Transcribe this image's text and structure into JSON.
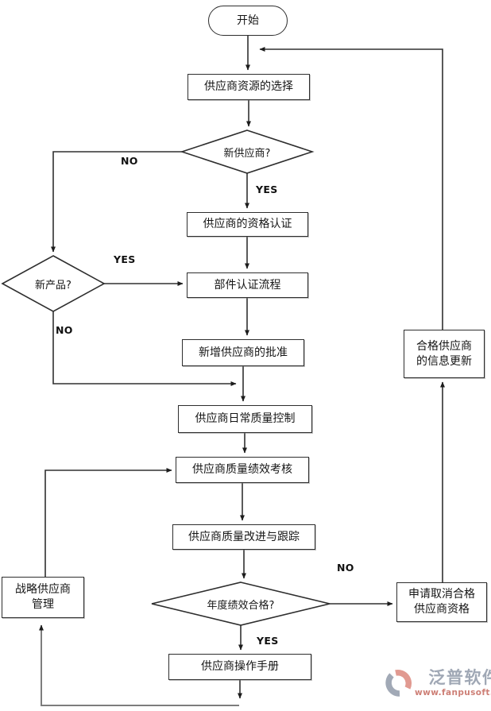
{
  "nodes": {
    "start": {
      "label": "开始"
    },
    "select_resource": {
      "label": "供应商资源的选择"
    },
    "new_supplier": {
      "label": "新供应商?"
    },
    "qualification": {
      "label": "供应商的资格认证"
    },
    "new_product": {
      "label": "新产品?"
    },
    "component_cert": {
      "label": "部件认证流程"
    },
    "approval": {
      "label": "新增供应商的批准"
    },
    "daily_quality": {
      "label": "供应商日常质量控制"
    },
    "performance_review": {
      "label": "供应商质量绩效考核"
    },
    "improvement": {
      "label": "供应商质量改进与跟踪"
    },
    "annual_pass": {
      "label": "年度绩效合格?"
    },
    "manual": {
      "label": "供应商操作手册"
    },
    "strategic": {
      "label": "战略供应商\n管理"
    },
    "cancel_qualification": {
      "label": "申请取消合格\n供应商资格"
    },
    "info_update": {
      "label": "合格供应商\n的信息更新"
    }
  },
  "edge_labels": {
    "new_supplier_no": "NO",
    "new_supplier_yes": "YES",
    "new_product_yes": "YES",
    "new_product_no": "NO",
    "annual_no": "NO",
    "annual_yes": "YES"
  },
  "logo": {
    "name": "泛普软件",
    "url": "www.fanpusoft.com"
  },
  "colors": {
    "line": "#303030",
    "loop_line": "#7d7d7d",
    "box_border": "#2e2e2e",
    "logo_gray_blue": "#99a1af",
    "logo_salmon": "#df9288",
    "logo_url_red": "#c9746a"
  }
}
